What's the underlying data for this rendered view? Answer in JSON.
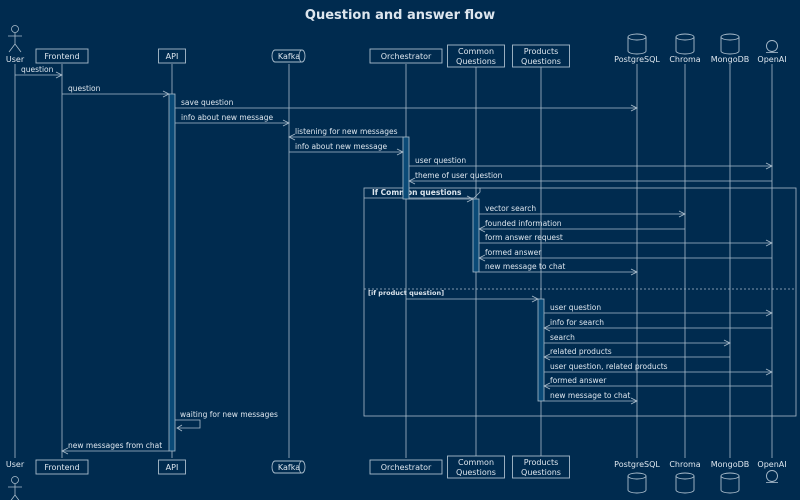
{
  "title": "Question and answer flow",
  "participants": [
    {
      "name": "User",
      "kind": "actor"
    },
    {
      "name": "Frontend",
      "kind": "box"
    },
    {
      "name": "API",
      "kind": "box"
    },
    {
      "name": "Kafka",
      "kind": "queue"
    },
    {
      "name": "Orchestrator",
      "kind": "box"
    },
    {
      "name": "Common\nQuestions",
      "kind": "box"
    },
    {
      "name": "Products\nQuestions",
      "kind": "box"
    },
    {
      "name": "PostgreSQL",
      "kind": "database"
    },
    {
      "name": "Chroma",
      "kind": "database"
    },
    {
      "name": "MongoDB",
      "kind": "database"
    },
    {
      "name": "OpenAI",
      "kind": "entity"
    }
  ],
  "groups": [
    {
      "label": "If Common questions"
    },
    {
      "label": "[if product question]"
    }
  ],
  "messages": [
    {
      "from": "User",
      "to": "Frontend",
      "label": "question"
    },
    {
      "from": "Frontend",
      "to": "API",
      "label": "question"
    },
    {
      "from": "API",
      "to": "PostgreSQL",
      "label": "save question"
    },
    {
      "from": "API",
      "to": "Kafka",
      "label": "info about new message"
    },
    {
      "from": "Orchestrator",
      "to": "Kafka",
      "label": "listening for new messages"
    },
    {
      "from": "Kafka",
      "to": "Orchestrator",
      "label": "info about new message"
    },
    {
      "from": "Orchestrator",
      "to": "OpenAI",
      "label": "user question"
    },
    {
      "from": "OpenAI",
      "to": "Orchestrator",
      "label": "theme of user question"
    },
    {
      "from": "Orchestrator",
      "to": "Common\nQuestions",
      "label": ""
    },
    {
      "from": "Common\nQuestions",
      "to": "Chroma",
      "label": "vector search"
    },
    {
      "from": "Chroma",
      "to": "Common\nQuestions",
      "label": "founded information"
    },
    {
      "from": "Common\nQuestions",
      "to": "OpenAI",
      "label": "form answer request"
    },
    {
      "from": "OpenAI",
      "to": "Common\nQuestions",
      "label": "formed answer"
    },
    {
      "from": "Common\nQuestions",
      "to": "PostgreSQL",
      "label": "new message to chat"
    },
    {
      "from": "Orchestrator",
      "to": "Products\nQuestions",
      "label": ""
    },
    {
      "from": "Products\nQuestions",
      "to": "OpenAI",
      "label": "user question"
    },
    {
      "from": "OpenAI",
      "to": "Products\nQuestions",
      "label": "info for search"
    },
    {
      "from": "Products\nQuestions",
      "to": "MongoDB",
      "label": "search"
    },
    {
      "from": "MongoDB",
      "to": "Products\nQuestions",
      "label": "related products"
    },
    {
      "from": "Products\nQuestions",
      "to": "OpenAI",
      "label": "user question, related products"
    },
    {
      "from": "OpenAI",
      "to": "Products\nQuestions",
      "label": "formed answer"
    },
    {
      "from": "Products\nQuestions",
      "to": "PostgreSQL",
      "label": "new message to chat"
    },
    {
      "from": "API",
      "to": "API",
      "label": "waiting for new messages"
    },
    {
      "from": "API",
      "to": "Frontend",
      "label": "new messages from chat"
    }
  ],
  "colors": {
    "background": "#002b4f",
    "line": "#a9bccb",
    "text": "#dde6ee",
    "activation": "#0a4a77"
  }
}
